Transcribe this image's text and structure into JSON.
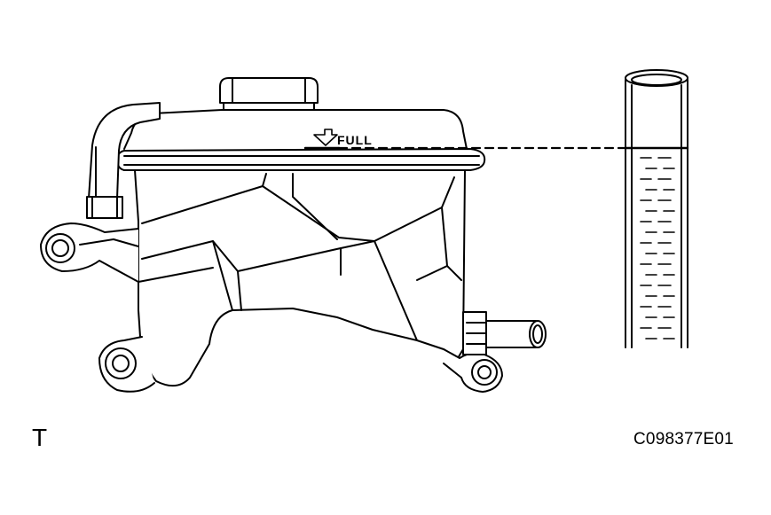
{
  "diagram": {
    "full_mark_label": "FULL",
    "corner_letter": "T",
    "figure_code": "C098377E01",
    "colors": {
      "line": "#000000",
      "background": "#ffffff"
    }
  }
}
